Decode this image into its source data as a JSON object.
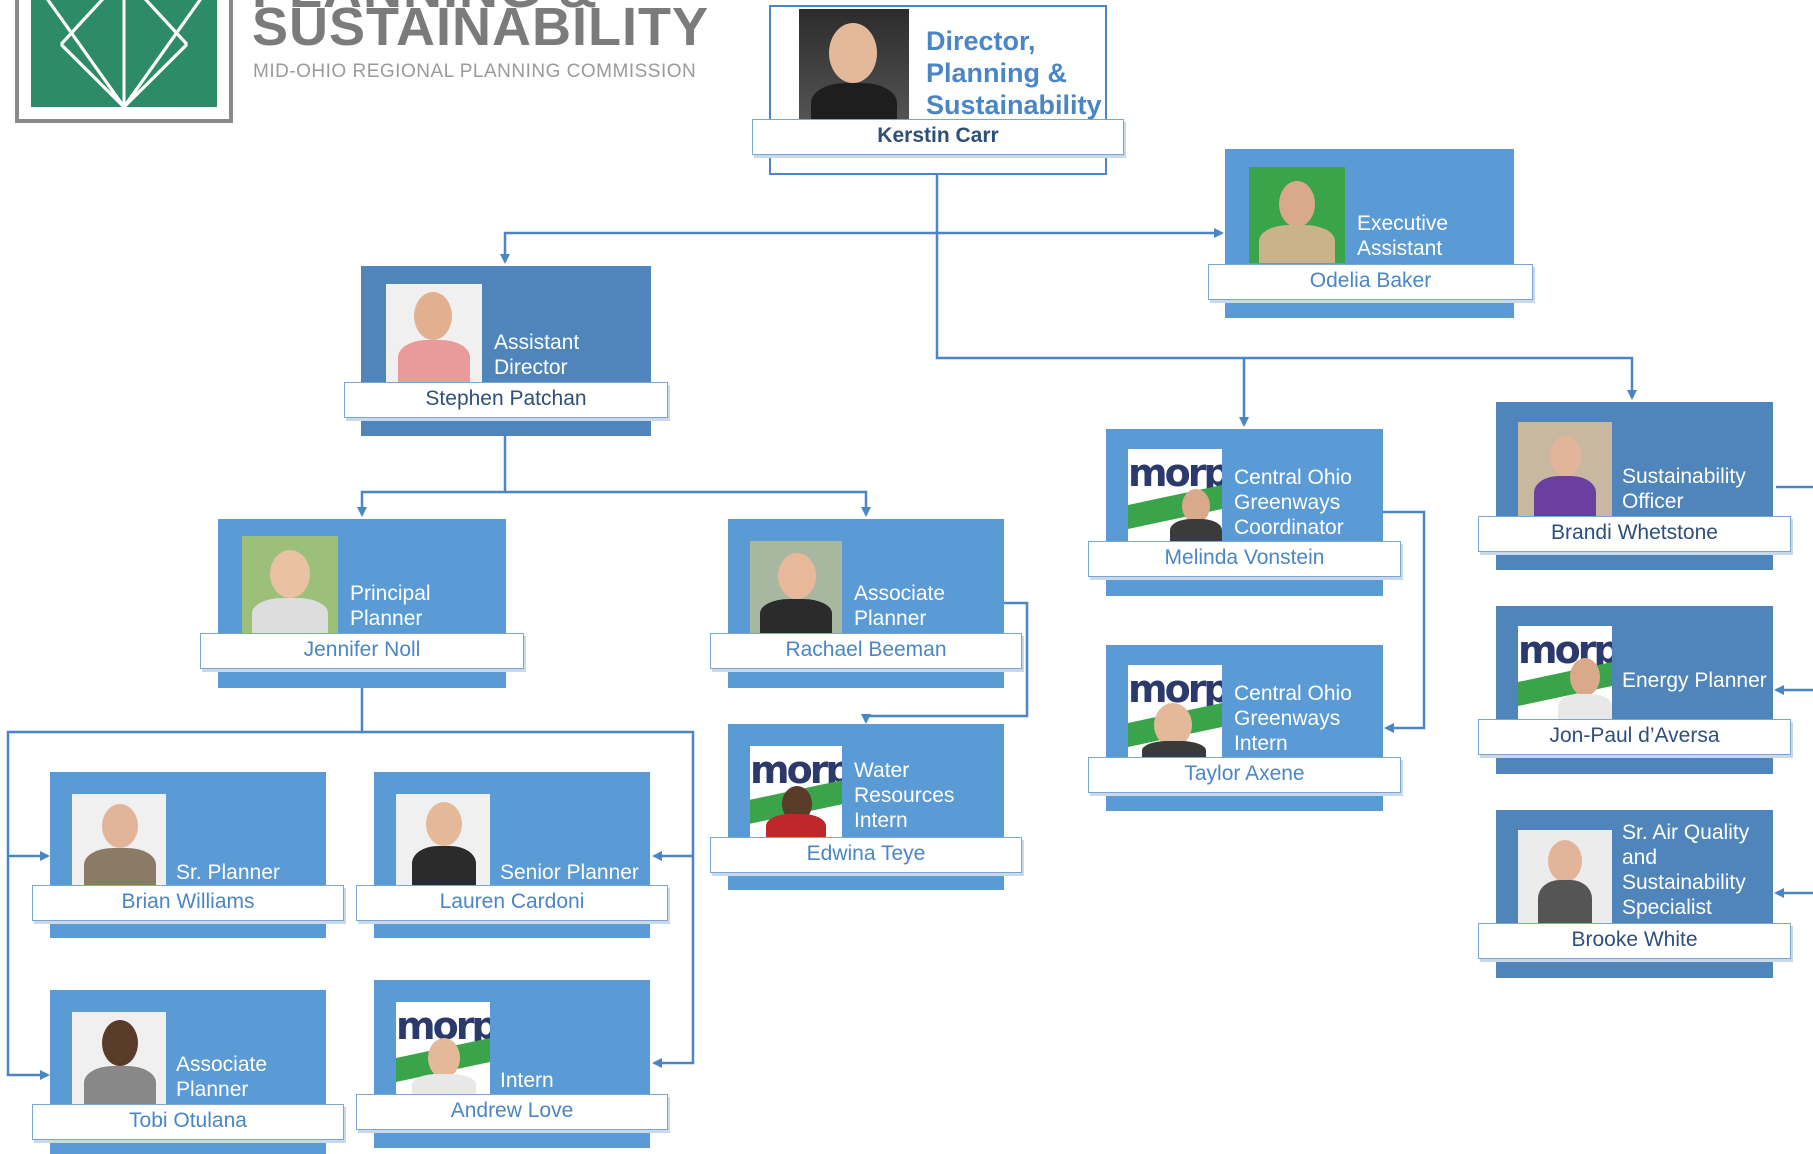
{
  "logo": {
    "title_line1": "PLANNING &",
    "title_line2": "SUSTAINABILITY",
    "subtitle": "MID-OHIO REGIONAL PLANNING COMMISSION"
  },
  "nodes": {
    "director": {
      "title": "Director, Planning & Sustainability",
      "name": "Kerstin Carr"
    },
    "exec_assistant": {
      "title": "Executive Assistant",
      "name": "Odelia Baker"
    },
    "asst_director": {
      "title": "Assistant Director",
      "name": "Stephen Patchan"
    },
    "principal_planner": {
      "title": "Principal Planner",
      "name": "Jennifer Noll"
    },
    "assoc_planner_rb": {
      "title": "Associate Planner",
      "name": "Rachael Beeman"
    },
    "water_intern": {
      "title": "Water Resources Intern",
      "name": "Edwina Teye"
    },
    "greenways_coord": {
      "title": "Central Ohio Greenways Coordinator",
      "name": "Melinda Vonstein"
    },
    "greenways_intern": {
      "title": "Central Ohio Greenways Intern",
      "name": "Taylor Axene"
    },
    "sustainability_officer": {
      "title": "Sustainability Officer",
      "name": "Brandi Whetstone"
    },
    "energy_planner": {
      "title": "Energy Planner",
      "name": "Jon-Paul d’Aversa"
    },
    "air_quality": {
      "title": "Sr. Air Quality and Sustainability Specialist",
      "name": "Brooke White"
    },
    "sr_planner": {
      "title": "Sr. Planner",
      "name": "Brian Williams"
    },
    "senior_planner": {
      "title": "Senior Planner",
      "name": "Lauren Cardoni"
    },
    "assoc_planner_to": {
      "title": "Associate Planner",
      "name": "Tobi Otulana"
    },
    "intern": {
      "title": "Intern",
      "name": "Andrew Love"
    }
  },
  "photo_text": "morpc",
  "colors": {
    "card": "#5b9bd5",
    "card_dark": "#4f85ba",
    "line": "#4a86c5",
    "logo_green": "#2e8b67"
  }
}
